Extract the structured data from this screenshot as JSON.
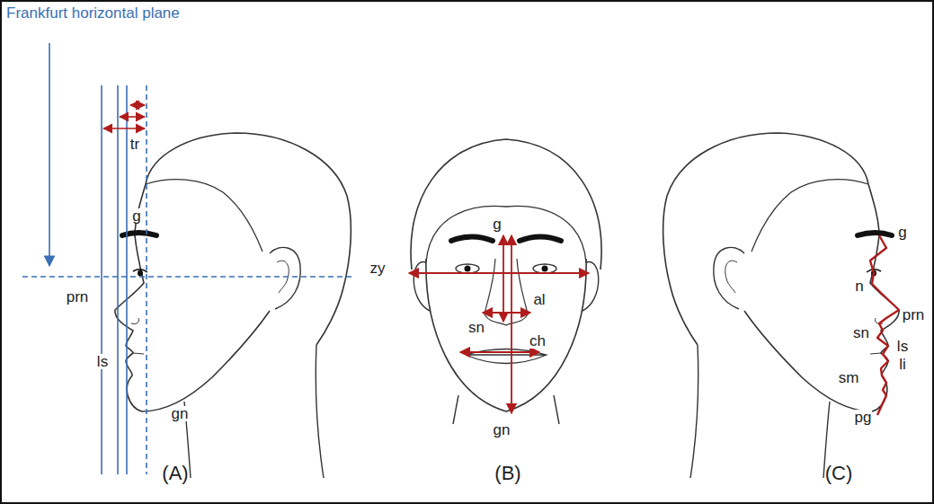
{
  "diagram": {
    "labels": [
      "Frankfurt horizontal plane",
      "tr",
      "g",
      "prn",
      "ls",
      "gn",
      "(A)",
      "g",
      "zy",
      "al",
      "sn",
      "ch",
      "gn",
      "(B)",
      "g",
      "n",
      "prn",
      "sn",
      "ls",
      "li",
      "sm",
      "pg",
      "(C)"
    ]
  }
}
